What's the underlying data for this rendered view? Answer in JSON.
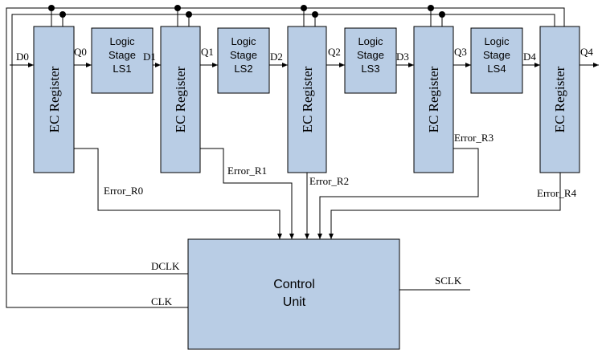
{
  "registers": [
    "EC Register",
    "EC Register",
    "EC Register",
    "EC Register",
    "EC Register"
  ],
  "logic_stages": [
    {
      "line1": "Logic",
      "line2": "Stage",
      "line3": "LS1"
    },
    {
      "line1": "Logic",
      "line2": "Stage",
      "line3": "LS2"
    },
    {
      "line1": "Logic",
      "line2": "Stage",
      "line3": "LS3"
    },
    {
      "line1": "Logic",
      "line2": "Stage",
      "line3": "LS4"
    }
  ],
  "d_labels": [
    "D0",
    "D1",
    "D2",
    "D3",
    "D4"
  ],
  "q_labels": [
    "Q0",
    "Q1",
    "Q2",
    "Q3",
    "Q4"
  ],
  "error_labels": [
    "Error_R0",
    "Error_R1",
    "Error_R2",
    "Error_R3",
    "Error_R4"
  ],
  "control_unit": {
    "line1": "Control",
    "line2": "Unit"
  },
  "inputs": {
    "dclk": "DCLK",
    "clk": "CLK",
    "sclk": "SCLK"
  }
}
